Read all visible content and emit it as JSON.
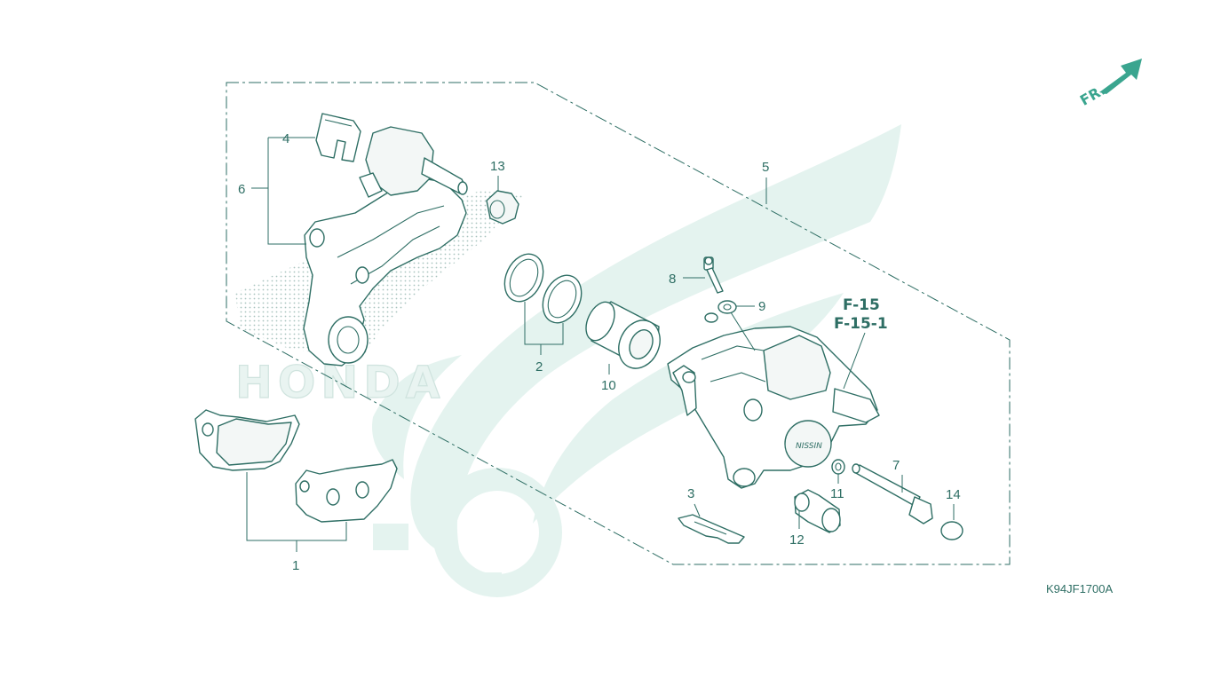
{
  "diagram": {
    "code": "K94JF1700A",
    "direction_label": "FR.",
    "watermark": "HONDA",
    "references": [
      "F-15",
      "F-15-1"
    ],
    "callouts": [
      "1",
      "2",
      "3",
      "4",
      "5",
      "6",
      "7",
      "8",
      "9",
      "10",
      "11",
      "12",
      "13",
      "14"
    ]
  },
  "colors": {
    "line": "#2e6e64",
    "accent": "#3aa58f",
    "watermark": "#e4f3ef"
  }
}
